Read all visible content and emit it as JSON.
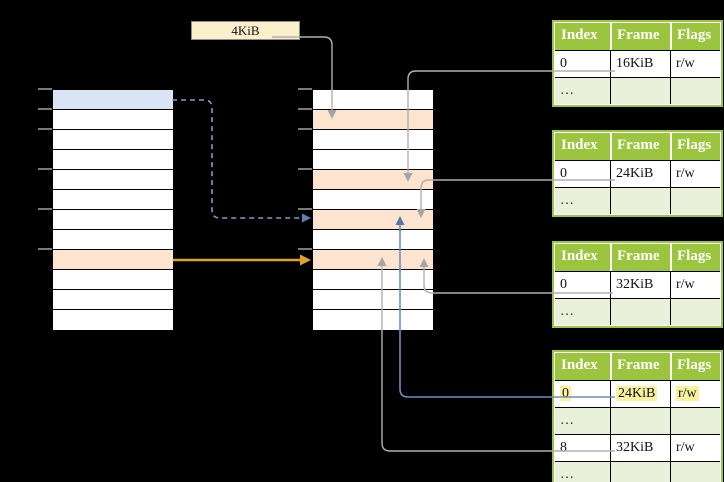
{
  "colors": {
    "background": "#000000",
    "header_green": "#9CC53F",
    "light_green_row": "#EAF1DB",
    "table_border_green": "#9CC545",
    "virtual_page_blue": "#D9E4F4",
    "frame_orange": "#FCE4CF",
    "page_size_box_cream": "#FCEFCB",
    "text_highlight_yellow": "#FBF2A0",
    "connector_gray": "#B0B0B0",
    "arrowhead_gray": "#A5A5A5",
    "connector_blue": "#6C8EBF",
    "arrowhead_blue": "#5577B0",
    "dashed_blue": "#7E9CC8",
    "dashed_blue_head": "#5D81B8",
    "arrow_orange": "#DFA22B",
    "tick_gray": "#7A7A7A"
  },
  "page_size_label": "4KiB",
  "virtual_memory_column": {
    "rows": 12,
    "highlighted_rows": [
      {
        "row": 1,
        "color": "blue"
      },
      {
        "row": 9,
        "color": "orange"
      }
    ]
  },
  "physical_memory_column": {
    "rows": 12,
    "highlighted_rows": [
      {
        "row": 2,
        "color": "orange"
      },
      {
        "row": 5,
        "color": "orange"
      },
      {
        "row": 7,
        "color": "orange"
      },
      {
        "row": 9,
        "color": "orange"
      }
    ]
  },
  "page_tables": [
    {
      "headers": [
        "Index",
        "Frame",
        "Flags"
      ],
      "rows": [
        [
          "0",
          "16KiB",
          "r/w"
        ],
        [
          "…",
          "",
          ""
        ]
      ]
    },
    {
      "headers": [
        "Index",
        "Frame",
        "Flags"
      ],
      "rows": [
        [
          "0",
          "24KiB",
          "r/w"
        ],
        [
          "…",
          "",
          ""
        ]
      ]
    },
    {
      "headers": [
        "Index",
        "Frame",
        "Flags"
      ],
      "rows": [
        [
          "0",
          "32KiB",
          "r/w"
        ],
        [
          "…",
          "",
          ""
        ]
      ]
    },
    {
      "headers": [
        "Index",
        "Frame",
        "Flags"
      ],
      "rows": [
        [
          "0",
          "24KiB",
          "r/w"
        ],
        [
          "…",
          "",
          ""
        ],
        [
          "8",
          "32KiB",
          "r/w"
        ],
        [
          "…",
          "",
          ""
        ]
      ],
      "highlighted_row": 0
    }
  ]
}
